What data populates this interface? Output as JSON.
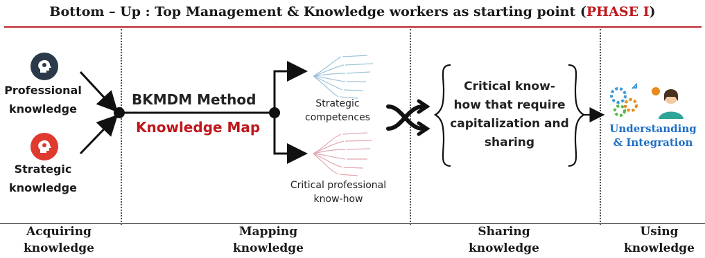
{
  "title": {
    "main": "Bottom – Up : Top Management & Knowledge workers as starting point (",
    "phase": "PHASE I",
    "close": ")"
  },
  "acquiring": {
    "professional_line1": "Professional",
    "professional_line2": "knowledge",
    "strategic_line1": "Strategic",
    "strategic_line2": "knowledge"
  },
  "method": {
    "title": "BKMDM Method",
    "subtitle": "Knowledge Map"
  },
  "maps": {
    "strategic_line1": "Strategic",
    "strategic_line2": "competences",
    "critical_line1": "Critical professional",
    "critical_line2": "know-how"
  },
  "sharing": {
    "line1": "Critical know-",
    "line2": "how that require",
    "line3": "capitalization and",
    "line4": "sharing"
  },
  "using": {
    "line1": "Understanding",
    "line2": "& Integration"
  },
  "stages": [
    {
      "line1": "Acquiring",
      "line2": "knowledge"
    },
    {
      "line1": "Mapping",
      "line2": "knowledge"
    },
    {
      "line1": "Sharing",
      "line2": "knowledge"
    },
    {
      "line1": "Using",
      "line2": "knowledge"
    }
  ],
  "colors": {
    "accent_red": "#c0161c",
    "icon_dark": "#2b3a4a",
    "icon_red": "#e03a2f",
    "blue_label": "#1f6fc5",
    "tree_blue": "#9fc3d9",
    "tree_pink": "#e3a8b0"
  },
  "icons": [
    "head-gear-icon",
    "head-gear-icon",
    "shuffle-arrows-icon",
    "gears-icon",
    "person-icon"
  ]
}
